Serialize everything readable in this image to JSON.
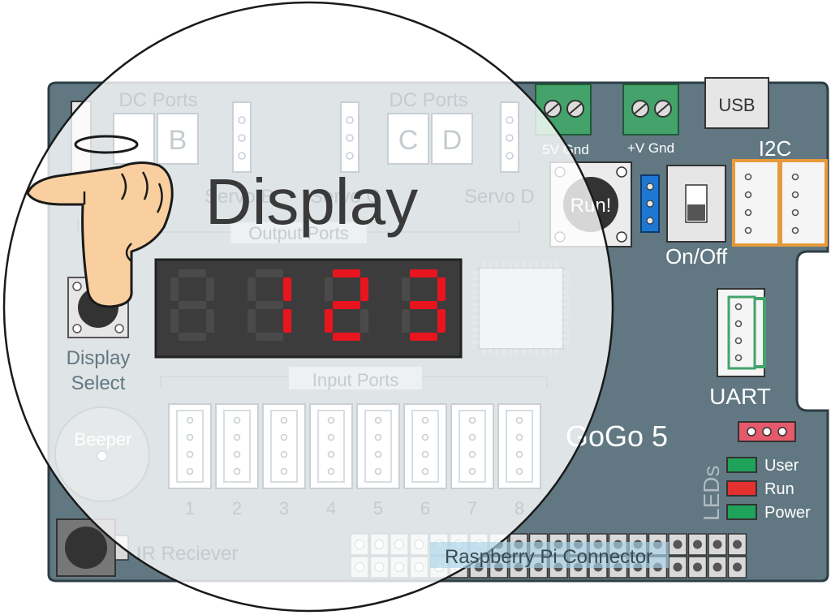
{
  "board": {
    "name": "GoGo 5",
    "dc_ports_left_label": "DC Ports",
    "dc_ports_right_label": "DC Ports",
    "port_b": "B",
    "port_c": "C",
    "port_d": "D",
    "servo_label_1": "Servo B",
    "servo_label_2": "Servo C",
    "servo_label_3": "Servo D",
    "output_ports_label": "Output Ports",
    "input_ports_label": "Input Ports",
    "input_numbers": [
      "1",
      "2",
      "3",
      "4",
      "5",
      "6",
      "7",
      "8"
    ],
    "terminal_5v_label": "5V Gnd",
    "terminal_v_label": "+V Gnd",
    "usb_label": "USB",
    "i2c_label": "I2C",
    "run_button_label": "Run!",
    "onoff_label": "On/Off",
    "uart_label": "UART",
    "leds_label": "LEDs",
    "led_user_label": "User",
    "led_run_label": "Run",
    "led_power_label": "Power",
    "beeper_label": "Beeper",
    "ir_label": "IR Reciever",
    "rpi_label": "Raspberry Pi Connector",
    "display_select_line1": "Display",
    "display_select_line2": "Select"
  },
  "callout_title": "Display",
  "seven_segment": {
    "digits": [
      "0",
      "1",
      "2",
      "3"
    ],
    "active": [
      false,
      true,
      true,
      true
    ]
  },
  "colors": {
    "board": "#617882",
    "segment_on": "#e8141e",
    "segment_off": "#4a4a4a",
    "terminal": "#43a36a",
    "i2c": "#e69a3c",
    "jumper": "#1e78d2",
    "led_green": "#1fa35a",
    "led_red": "#e2312f"
  }
}
